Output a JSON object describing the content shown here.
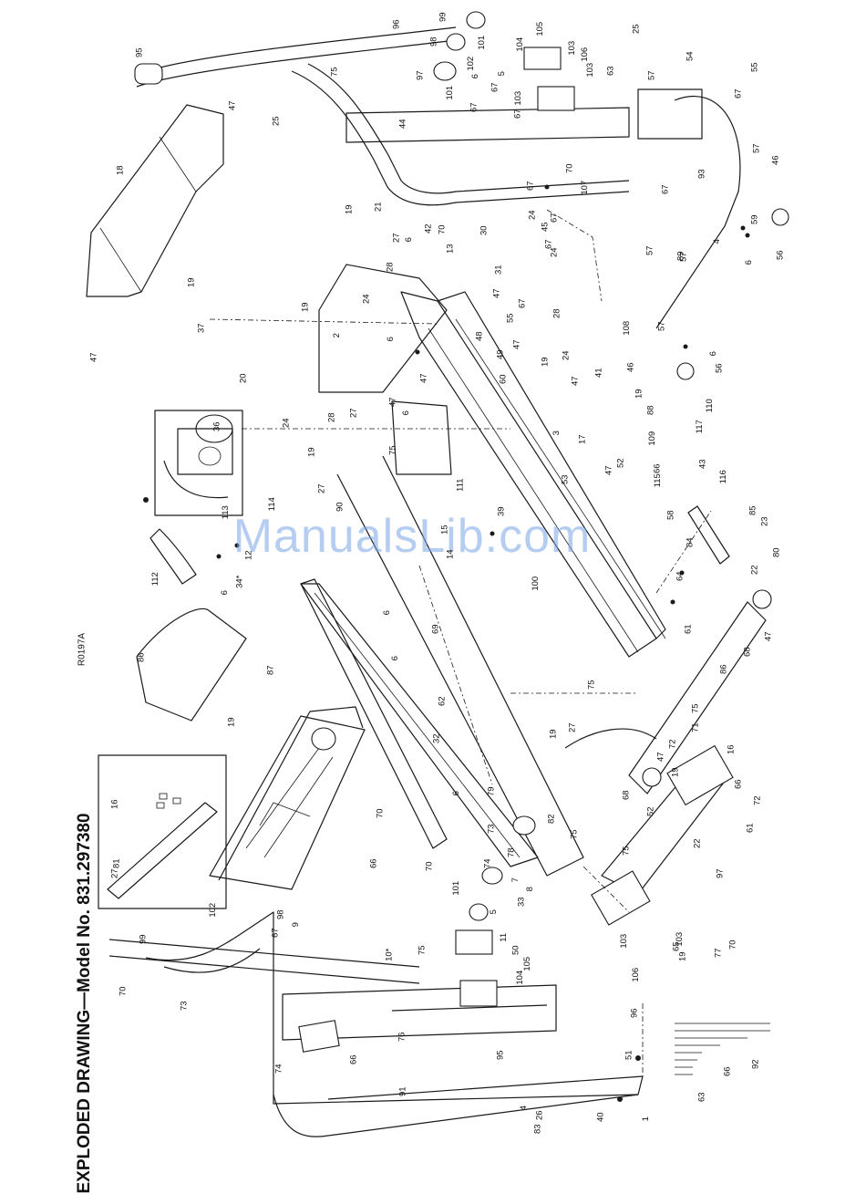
{
  "page": {
    "title": "EXPLODED DRAWING—Model No. 831.297380",
    "reference": "R0197A",
    "watermark": "ManualsLib.com"
  },
  "labels": [
    "95",
    "96",
    "99",
    "98",
    "101",
    "102",
    "97",
    "101",
    "6",
    "67",
    "5",
    "67",
    "104",
    "105",
    "103",
    "106",
    "103",
    "103",
    "67",
    "63",
    "75",
    "47",
    "25",
    "44",
    "18",
    "47",
    "25",
    "54",
    "55",
    "67",
    "57",
    "57",
    "46",
    "93",
    "67",
    "70",
    "107",
    "67",
    "59",
    "4",
    "6",
    "56",
    "57",
    "89",
    "24",
    "45",
    "67",
    "24",
    "67",
    "19",
    "21",
    "27",
    "6",
    "42",
    "70",
    "13",
    "30",
    "31",
    "19",
    "37",
    "19",
    "2",
    "24",
    "28",
    "47",
    "55",
    "67",
    "28",
    "48",
    "47",
    "49",
    "19",
    "24",
    "108",
    "57",
    "6",
    "56",
    "57",
    "20",
    "6",
    "47",
    "27",
    "6",
    "47",
    "60",
    "47",
    "41",
    "46",
    "88",
    "19",
    "110",
    "117",
    "109",
    "36",
    "24",
    "28",
    "19",
    "75",
    "27",
    "90",
    "111",
    "39",
    "3",
    "17",
    "53",
    "47",
    "52",
    "66",
    "115",
    "43",
    "116",
    "113",
    "114",
    "112",
    "6",
    "34*",
    "12",
    "15",
    "14",
    "58",
    "84",
    "85",
    "23",
    "80",
    "22",
    "64",
    "61",
    "100",
    "6",
    "6",
    "69",
    "86",
    "87",
    "19",
    "62",
    "75",
    "75",
    "86",
    "68",
    "47",
    "71",
    "16",
    "72",
    "47",
    "19",
    "19",
    "27",
    "32",
    "6",
    "79",
    "68",
    "52",
    "66",
    "72",
    "61",
    "16",
    "70",
    "66",
    "73",
    "82",
    "75",
    "75",
    "22",
    "97",
    "81",
    "27",
    "70",
    "74",
    "78",
    "7",
    "8",
    "33",
    "5",
    "101",
    "102",
    "99",
    "98",
    "67",
    "9",
    "10*",
    "75",
    "11",
    "50",
    "105",
    "104",
    "103",
    "106",
    "103",
    "65",
    "19",
    "77",
    "70",
    "70",
    "73",
    "76",
    "66",
    "74",
    "95",
    "96",
    "51",
    "92",
    "66",
    "63",
    "91",
    "4",
    "26",
    "83",
    "40",
    "1",
    "70",
    "107",
    "93",
    "67"
  ]
}
